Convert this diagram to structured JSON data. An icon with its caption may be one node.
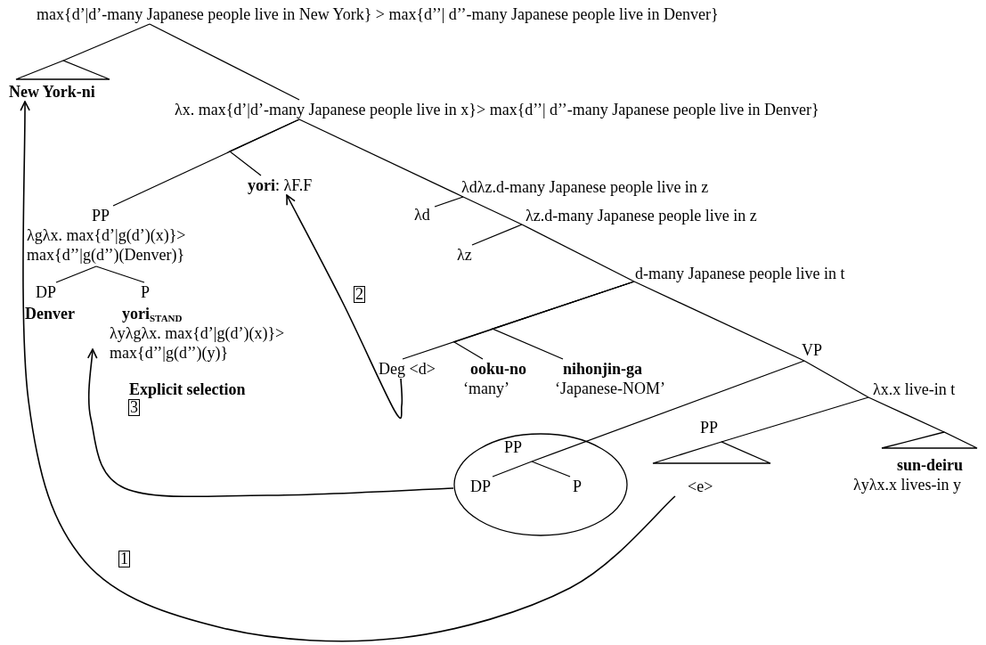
{
  "diagram": {
    "nodes": [
      {
        "text": [
          "max{d’|d’-many Japanese people live in New York} > max{d’’| d’’-many Japanese people live in Denver}"
        ]
      },
      {
        "text": [
          "New York-ni"
        ]
      },
      {
        "text": [
          "λx. max{d’|d’-many Japanese people live in x}> max{d’’| d’’-many Japanese people live in Denver}"
        ]
      },
      {
        "text": [
          "**yori**: λF.F"
        ]
      },
      {
        "text": [
          "λdλz.d-many Japanese people live in z"
        ]
      },
      {
        "text": [
          "PP",
          "λgλx. max{d’|g(d’)(x)}> max{d’’|g(d’’)(Denver)}"
        ]
      },
      {
        "text": [
          "λd"
        ]
      },
      {
        "text": [
          "λz.d-many Japanese people live in z"
        ]
      },
      {
        "text": [
          "λz"
        ]
      },
      {
        "text": [
          "d-many Japanese people live in t"
        ]
      },
      {
        "text": [
          "DP",
          "Denver"
        ]
      },
      {
        "text": [
          "P",
          "yori$_{STAND}$",
          "λyλgλx. max{d’|g(d’)(x)}> max{d’’|g(d’’)(y)}"
        ]
      },
      {
        "text": [
          "VP"
        ]
      },
      {
        "text": [
          "Deg <d>"
        ]
      },
      {
        "text": [
          "ooku-no",
          "‘many’"
        ]
      },
      {
        "text": [
          "nihonjin-ga",
          "‘Japanese-NOM’"
        ]
      },
      {
        "text": [
          "λx.x live-in t"
        ]
      },
      {
        "text": [
          "PP",
          "<e>"
        ]
      },
      {
        "text": [],
        "shape": "circle"
      },
      {
        "text": [
          "PP"
        ],
        "in": 18
      },
      {
        "text": [
          "DP"
        ],
        "in": 18
      },
      {
        "text": [
          "P"
        ],
        "in": 18
      },
      {
        "text": [
          "sun-deiru",
          "λyλx.x lives-in y"
        ]
      }
    ],
    "edges": [
      {
        "from": 0,
        "to": 1,
        "arrow": "none"
      },
      {
        "from": 0,
        "to": 2,
        "arrow": "none"
      },
      {
        "from": 2,
        "to": 5,
        "arrow": "none"
      },
      {
        "from": 2,
        "to": 3,
        "arrow": "none"
      },
      {
        "from": 2,
        "to": 4,
        "arrow": "none"
      },
      {
        "from": 4,
        "to": 6,
        "arrow": "none"
      },
      {
        "from": 4,
        "to": 7,
        "arrow": "none"
      },
      {
        "from": 7,
        "to": 8,
        "arrow": "none"
      },
      {
        "from": 7,
        "to": 9,
        "arrow": "none"
      },
      {
        "from": 5,
        "to": 10,
        "arrow": "none"
      },
      {
        "from": 5,
        "to": 11,
        "arrow": "none"
      },
      {
        "from": 9,
        "to": 13,
        "arrow": "none"
      },
      {
        "from": 9,
        "to": 14,
        "arrow": "none"
      },
      {
        "from": 9,
        "to": 15,
        "arrow": "none"
      },
      {
        "from": 9,
        "to": 12,
        "arrow": "none"
      },
      {
        "from": 12,
        "to": 19,
        "arrow": "none"
      },
      {
        "from": 12,
        "to": 16,
        "arrow": "none"
      },
      {
        "from": 19,
        "to": 20,
        "arrow": "none"
      },
      {
        "from": 19,
        "to": 21,
        "arrow": "none"
      },
      {
        "from": 16,
        "to": 17,
        "arrow": "none"
      },
      {
        "from": 16,
        "to": 22,
        "arrow": "none"
      },
      {
        "from": 17,
        "to": 1,
        "arrow": "to"
      },
      {
        "from": 13,
        "to": 3,
        "arrow": "to"
      },
      {
        "from": 18,
        "to": 11,
        "arrow": "to"
      }
    ],
    "labels": [
      "2",
      "Explicit selection",
      "3",
      "1"
    ]
  }
}
